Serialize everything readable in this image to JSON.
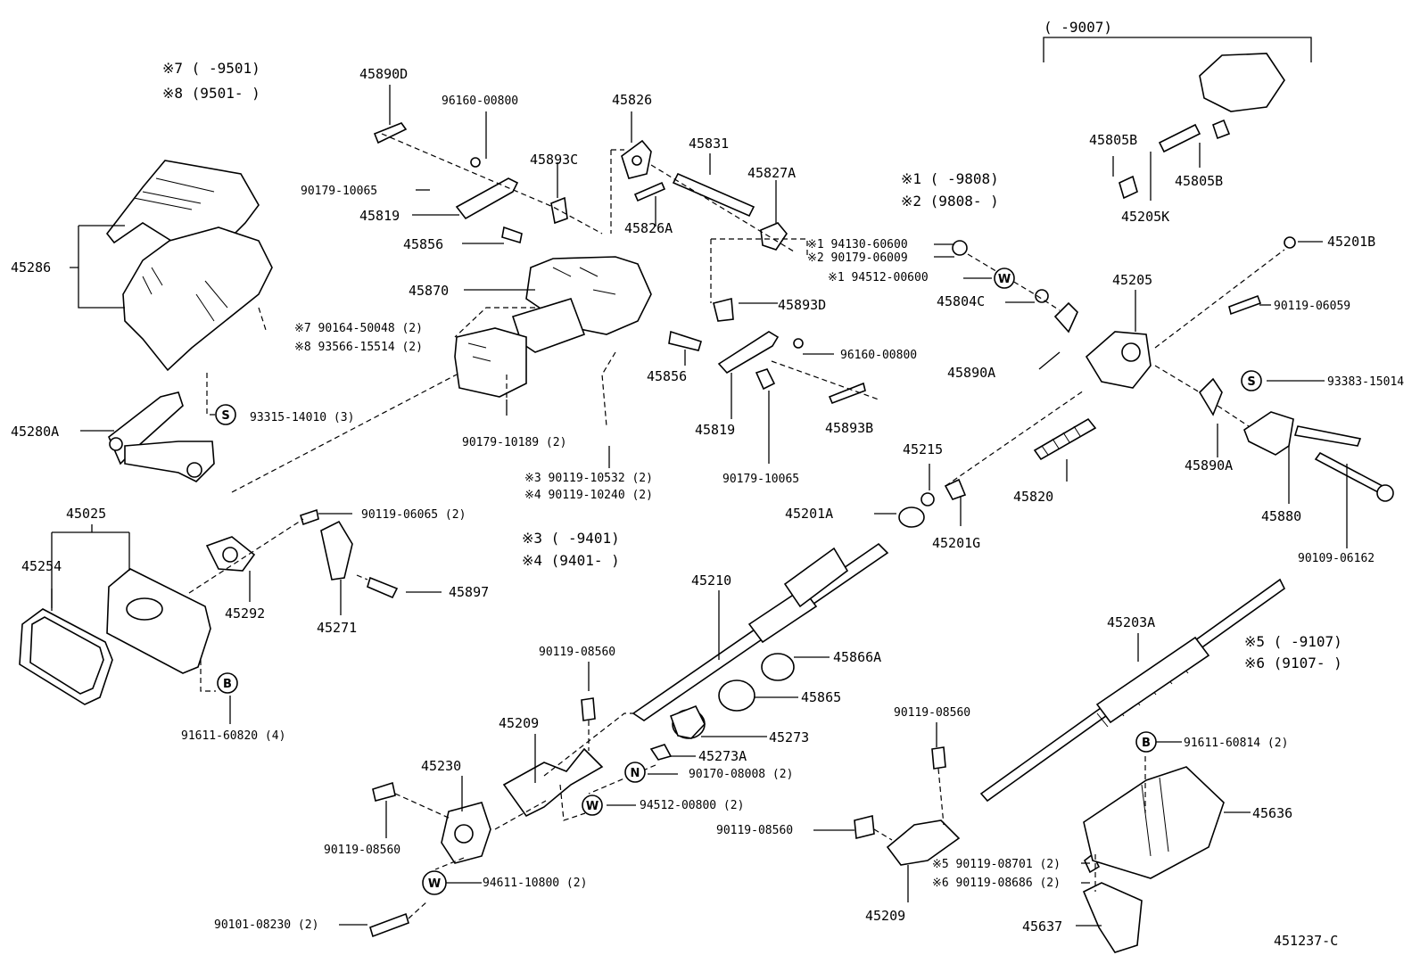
{
  "diagram_id": "451237-C",
  "notes": {
    "n7_range": "※7 (     -9501)",
    "n8_range": "※8 (9501-     )",
    "n1_range": "※1 (     -9808)",
    "n2_range": "※2 (9808-     )",
    "n3_range": "※3 (     -9401)",
    "n4_range": "※4 (9401-     )",
    "n5_range": "※5 (     -9107)",
    "n6_range": "※6 (9107-     )",
    "top_bracket_range": "(     -9007)"
  },
  "symbols": {
    "S": "S",
    "B": "B",
    "W": "W",
    "N": "N"
  },
  "parts": {
    "p45890D": "45890D",
    "p96160_00800_a": "96160-00800",
    "p45826": "45826",
    "p45893C": "45893C",
    "p45831": "45831",
    "p45827A": "45827A",
    "p90179_10065_a": "90179-10065",
    "p45819_a": "45819",
    "p45826A": "45826A",
    "p45856_a": "45856",
    "p45286": "45286",
    "p45870": "45870",
    "p90164_50048": "※7 90164-50048 (2)",
    "p93566_15514": "※8 93566-15514 (2)",
    "p45280A": "45280A",
    "p93315_14010": "93315-14010 (3)",
    "p90179_10189": "90179-10189 (2)",
    "p90119_10532": "※3 90119-10532 (2)",
    "p90119_10240": "※4 90119-10240 (2)",
    "p45893D": "45893D",
    "p45856_b": "45856",
    "p96160_00800_b": "96160-00800",
    "p45819_b": "45819",
    "p45893B": "45893B",
    "p90179_10065_b": "90179-10065",
    "p194130_60600": "※1 94130-60600",
    "p290179_06009": "※2 90179-06009",
    "p194512_00600": "※1 94512-00600",
    "p45804C": "45804C",
    "p45890A_a": "45890A",
    "p45205": "45205",
    "p45201B": "45201B",
    "p90119_06059": "90119-06059",
    "p93383_15014": "93383-15014",
    "p45890A_b": "45890A",
    "p45880": "45880",
    "p90109_06162": "90109-06162",
    "p45805B_a": "45805B",
    "p45805B_b": "45805B",
    "p45205K": "45205K",
    "p45215": "45215",
    "p45201A": "45201A",
    "p45201G": "45201G",
    "p45820": "45820",
    "p45025": "45025",
    "p45254": "45254",
    "p45292": "45292",
    "p90119_06065": "90119-06065 (2)",
    "p45271": "45271",
    "p45897": "45897",
    "p91611_60820": "91611-60820 (4)",
    "p45210": "45210",
    "p45866A": "45866A",
    "p45865": "45865",
    "p45273": "45273",
    "p45273A": "45273A",
    "p90170_08008": "90170-08008 (2)",
    "p94512_00800": "94512-00800 (2)",
    "p90119_08560_a": "90119-08560",
    "p45209_a": "45209",
    "p45230": "45230",
    "p90119_08560_b": "90119-08560",
    "p94611_10800": "94611-10800 (2)",
    "p90101_08230": "90101-08230 (2)",
    "p45203A": "45203A",
    "p90119_08560_c": "90119-08560",
    "p90119_08560_d": "90119-08560",
    "p45209_b": "45209",
    "p90119_08701": "※5 90119-08701 (2)",
    "p90119_08686": "※6 90119-08686 (2)",
    "p91611_60814": "91611-60814 (2)",
    "p45636": "45636",
    "p45637": "45637"
  }
}
